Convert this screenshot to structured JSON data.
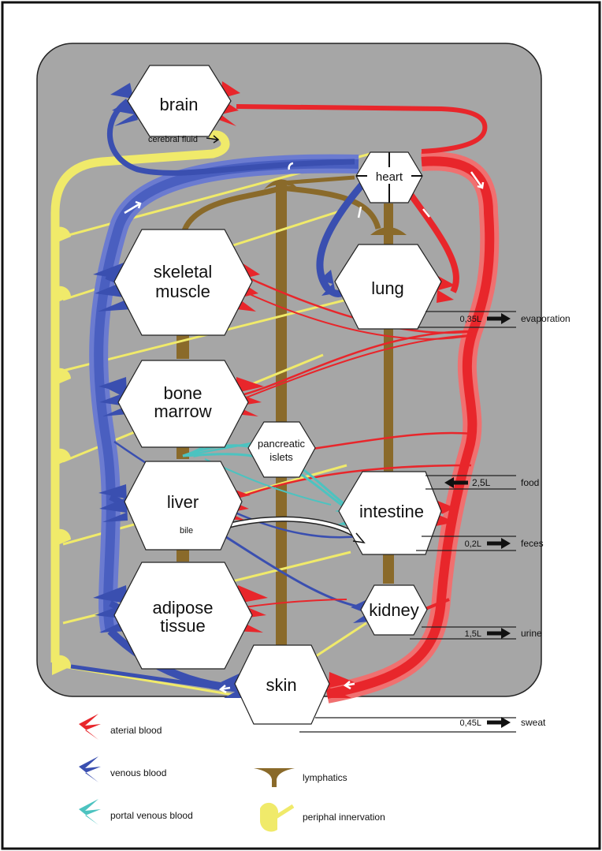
{
  "organs": {
    "brain": "brain",
    "heart": "heart",
    "skeletal_muscle": [
      "skeletal",
      "muscle"
    ],
    "lung": "lung",
    "bone_marrow": [
      "bone",
      "marrow"
    ],
    "pancreatic_islets": [
      "pancreatic",
      "islets"
    ],
    "liver": "liver",
    "intestine": "intestine",
    "adipose_tissue": [
      "adipose",
      "tissue"
    ],
    "kidney": "kidney",
    "skin": "skin"
  },
  "annotations": {
    "cerebral_fluid": "cerebral fluid",
    "bile": "bile"
  },
  "flows": [
    {
      "key": "evaporation",
      "volume": "0,35L",
      "label": "evaporation",
      "direction": "out"
    },
    {
      "key": "food",
      "volume": "2,5L",
      "label": "food",
      "direction": "in"
    },
    {
      "key": "feces",
      "volume": "0,2L",
      "label": "feces",
      "direction": "out"
    },
    {
      "key": "urine",
      "volume": "1,5L",
      "label": "urine",
      "direction": "out"
    },
    {
      "key": "sweat",
      "volume": "0,45L",
      "label": "sweat",
      "direction": "out"
    }
  ],
  "legend": {
    "arterial": "aterial blood",
    "venous": "venous blood",
    "portal": "portal venous blood",
    "lymphatics": "lymphatics",
    "innervation": "periphal innervation"
  },
  "colors": {
    "background": "#a6a6a6",
    "arterial": "#e8262b",
    "venous": "#3a4fb0",
    "portal": "#4cc3c0",
    "lymphatics": "#8a6a2a",
    "innervation": "#f0ea6a",
    "organ": "#ffffff"
  }
}
